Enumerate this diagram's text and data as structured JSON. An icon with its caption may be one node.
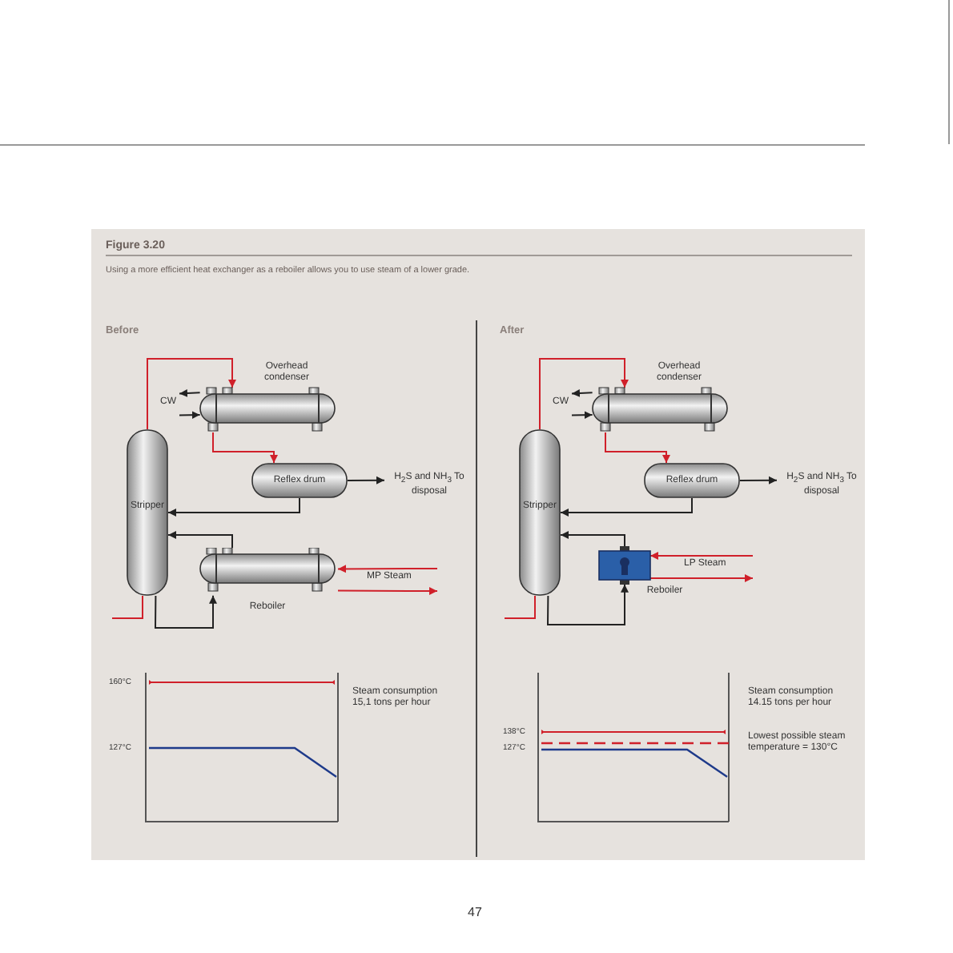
{
  "diagram": {
    "title": "Figure 3.20",
    "caption": "Using a more efficient heat exchanger as a reboiler allows you to use steam of a lower grade.",
    "nodes": [
      {
        "text": [
          "Stripper"
        ]
      },
      {
        "text": [
          "Overhead condenser"
        ]
      },
      {
        "text": [
          "CW"
        ]
      },
      {
        "text": [
          "Reflex drum"
        ]
      },
      {
        "text": [
          "H$_{2}$S and NH$_{3}$ To disposal"
        ]
      },
      {
        "text": [
          "Reboiler"
        ]
      },
      {
        "text": [
          "Stripper"
        ]
      },
      {
        "text": [
          "Overhead condenser"
        ]
      },
      {
        "text": [
          "CW"
        ]
      },
      {
        "text": [
          "Reflex drum"
        ]
      },
      {
        "text": [
          "H$_{2}$S and NH$_{3}$ To disposal"
        ]
      },
      {
        "text": [
          "Reboiler"
        ]
      }
    ],
    "edges": [
      {
        "from": 0,
        "to": 1,
        "arrow": "to",
        "color": "#d0202a"
      },
      {
        "from": 1,
        "to": 3,
        "arrow": "to",
        "color": "#d0202a"
      },
      {
        "from": 2,
        "to": 1,
        "arrow": "to"
      },
      {
        "from": 1,
        "to": 2,
        "arrow": "to"
      },
      {
        "from": 3,
        "to": 4,
        "arrow": "to"
      },
      {
        "from": 3,
        "to": 0,
        "arrow": "to"
      },
      {
        "from": 5,
        "to": 0,
        "arrow": "to"
      },
      {
        "from": 0,
        "to": 5,
        "arrow": "to"
      },
      {
        "from": null,
        "to": 0,
        "arrow": "none",
        "color": "#d0202a"
      },
      {
        "from": null,
        "to": 5,
        "arrow": "to",
        "color": "#d0202a"
      },
      {
        "from": 5,
        "to": null,
        "arrow": "to",
        "color": "#d0202a"
      },
      {
        "from": 6,
        "to": 7,
        "arrow": "to",
        "color": "#d0202a"
      },
      {
        "from": 7,
        "to": 9,
        "arrow": "to",
        "color": "#d0202a"
      },
      {
        "from": 8,
        "to": 7,
        "arrow": "to"
      },
      {
        "from": 7,
        "to": 8,
        "arrow": "to"
      },
      {
        "from": 9,
        "to": 10,
        "arrow": "to"
      },
      {
        "from": 9,
        "to": 6,
        "arrow": "to"
      },
      {
        "from": 11,
        "to": 6,
        "arrow": "to"
      },
      {
        "from": 6,
        "to": 11,
        "arrow": "to"
      },
      {
        "from": null,
        "to": 6,
        "arrow": "none",
        "color": "#d0202a"
      },
      {
        "from": null,
        "to": 11,
        "arrow": "to",
        "color": "#d0202a"
      },
      {
        "from": 11,
        "to": null,
        "arrow": "to",
        "color": "#d0202a"
      }
    ],
    "labels": [
      "Before",
      "After",
      "MP Steam",
      "LP Steam",
      "160°C",
      "Steam consumption 15,1 tons per hour",
      "127°C",
      "138°C",
      "127°C",
      "Steam consumption 14.15 tons per hour",
      "Lowest possible steam temperature = 130°C",
      "47"
    ]
  }
}
